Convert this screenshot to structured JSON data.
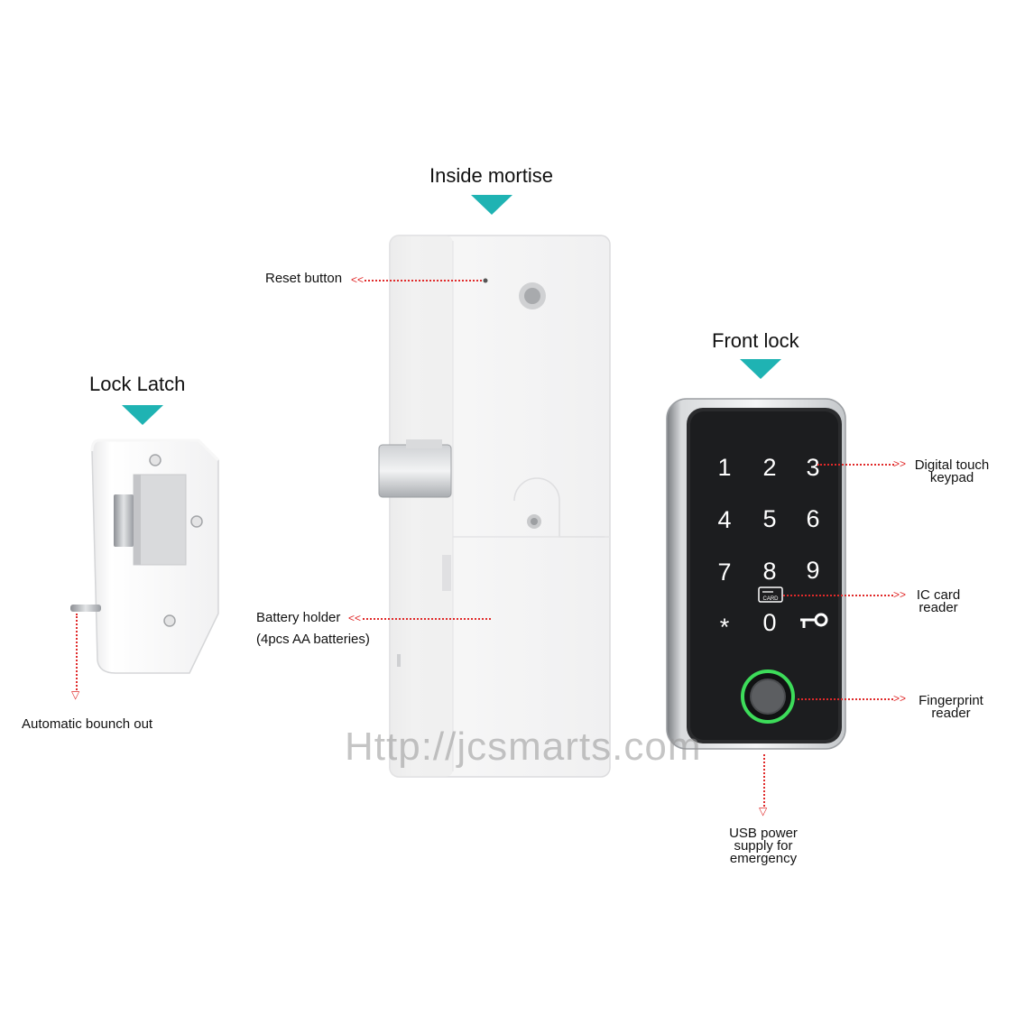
{
  "headings": {
    "inside_mortise": "Inside mortise",
    "front_lock": "Front lock",
    "lock_latch": "Lock Latch"
  },
  "callouts": {
    "reset_button": "Reset button",
    "battery_holder": "Battery holder",
    "battery_detail": "(4pcs AA batteries)",
    "automatic_bounce": "Automatic bounch out",
    "digital_keypad_1": "Digital touch",
    "digital_keypad_2": "keypad",
    "ic_card_1": "IC card",
    "ic_card_2": "reader",
    "fingerprint_1": "Fingerprint",
    "fingerprint_2": "reader",
    "usb_1": "USB power",
    "usb_2": "supply for",
    "usb_3": "emergency"
  },
  "keypad": {
    "keys": [
      "1",
      "2",
      "3",
      "4",
      "5",
      "6",
      "7",
      "8",
      "9",
      "*",
      "0"
    ],
    "card_label": "CARD"
  },
  "watermark": "Http://jcsmarts.com",
  "colors": {
    "accent": "#1fb3b3",
    "callout_line": "#e02a2a",
    "ring": "#3ddc5a"
  }
}
